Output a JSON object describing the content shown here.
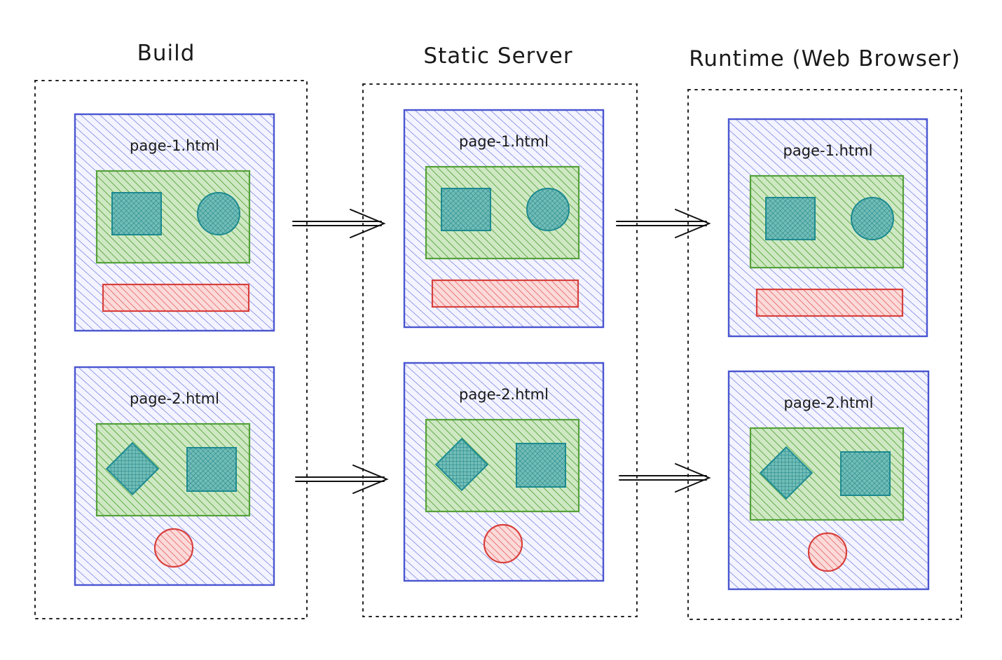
{
  "stages": [
    {
      "title": "Build",
      "pages": [
        {
          "label": "page-1.html"
        },
        {
          "label": "page-2.html"
        }
      ]
    },
    {
      "title": "Static Server",
      "pages": [
        {
          "label": "page-1.html"
        },
        {
          "label": "page-2.html"
        }
      ]
    },
    {
      "title": "Runtime (Web Browser)",
      "pages": [
        {
          "label": "page-1.html"
        },
        {
          "label": "page-2.html"
        }
      ]
    }
  ],
  "colors": {
    "page": "#4a55d0",
    "content": "#55a13a",
    "shape": "#1d8a8f",
    "accent": "#d8403d",
    "stage_border": "#222222",
    "arrow": "#111111"
  }
}
